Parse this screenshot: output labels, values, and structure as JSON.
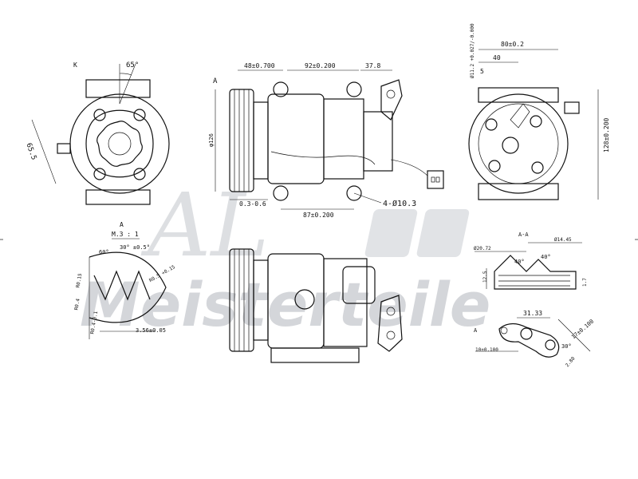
{
  "watermark": {
    "logo_letters": "AL",
    "brand_text": "Meisterteile",
    "color": "#c3c6cb"
  },
  "front_view": {
    "angle_label": "65°",
    "height_label": "65.5",
    "marker_label": "K"
  },
  "side_view": {
    "section_label": "A",
    "dim_top_1": "48±0.700",
    "dim_top_2": "92±0.200",
    "dim_top_3": "37.8",
    "dim_left": "φ126",
    "dim_bottom_1": "0.3-0.6",
    "dim_bottom_2": "87±0.200",
    "hole_label": "4-Ø10.3"
  },
  "rear_view": {
    "dim_top": "80±0.2",
    "dim_top_2": "40",
    "dim_small": "5",
    "dim_tol": "Ø11.2 +0.027/-0.000",
    "dim_right": "128±0.200"
  },
  "detail_a": {
    "title": "A",
    "scale": "M.3 : 1",
    "angle_1": "60°",
    "angle_2": "30° ±0.5°",
    "dim_r1": "R0.15",
    "dim_r2": "R0.5 +0.15",
    "dim_r3": "R0.4",
    "dim_r4": "R0.4-0.1",
    "dim_bottom": "3.56±0.05"
  },
  "section_aa": {
    "title": "A-A",
    "dim_left": "Ø20.72",
    "dim_right": "Ø14.45",
    "angle_1": "40°",
    "angle_2": "40°",
    "dim_height": "12.5",
    "dim_small": "1.7"
  },
  "bracket_view": {
    "dim_1": "31.33",
    "dim_2": "17±0.100",
    "dim_3": "10±0.100",
    "angle": "30°",
    "dim_4": "2.80",
    "label": "A"
  }
}
